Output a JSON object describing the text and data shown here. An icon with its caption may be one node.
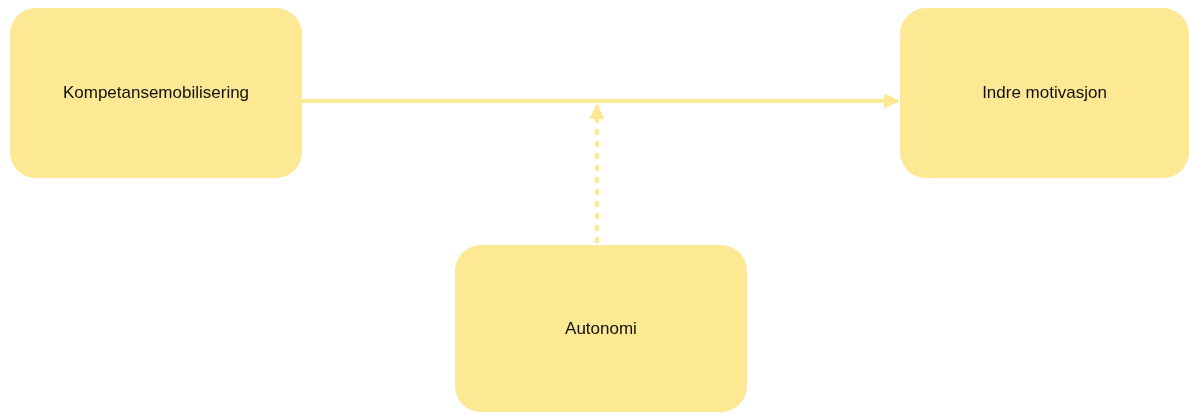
{
  "diagram": {
    "nodes": [
      {
        "text": [
          "Kompetansemobilisering"
        ]
      },
      {
        "text": [
          "Indre motivasjon"
        ]
      },
      {
        "text": [
          "Autonomi"
        ]
      }
    ],
    "edges": [
      {
        "from": 0,
        "to": 1,
        "arrow": "to"
      },
      {
        "from": 2,
        "to": null,
        "arrow": "to",
        "style": "dashed"
      }
    ]
  }
}
